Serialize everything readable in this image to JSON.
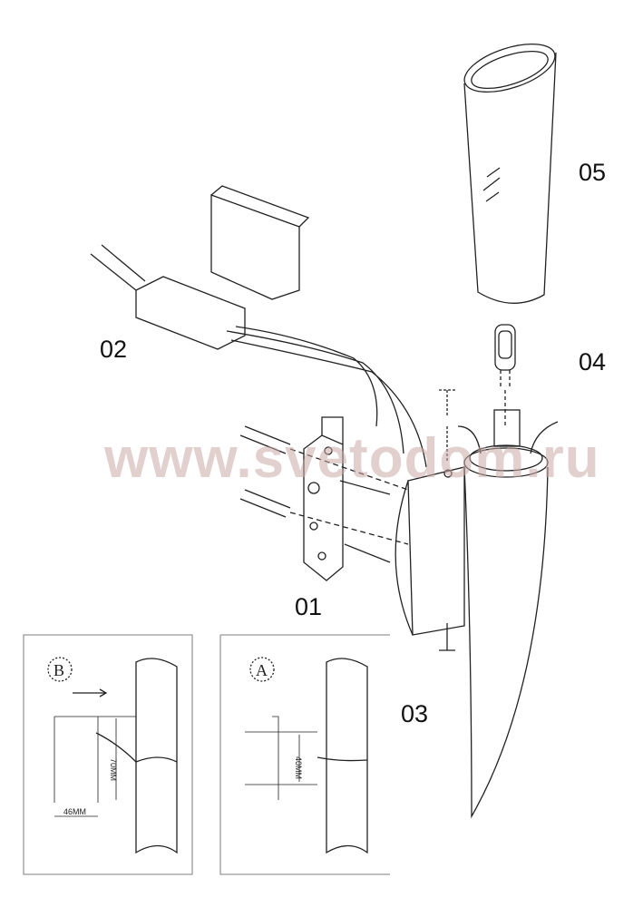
{
  "labels": {
    "part_01": "01",
    "part_02": "02",
    "part_03": "03",
    "part_04": "04",
    "part_05": "05"
  },
  "watermark": "www.svetodom.ru",
  "inset_b": {
    "marker": "B",
    "width_dim": "46MM",
    "height_dim": "70MM"
  },
  "inset_a": {
    "marker": "A",
    "spacing_dim": "40MM"
  }
}
